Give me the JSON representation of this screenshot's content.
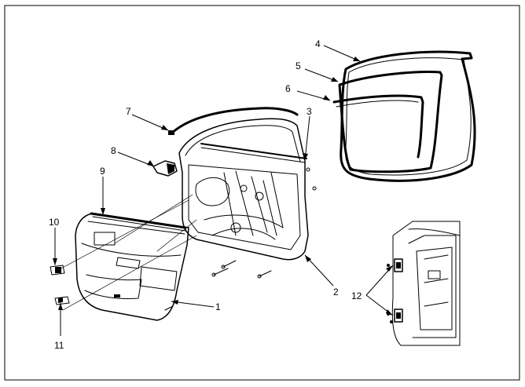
{
  "callouts": [
    {
      "id": "1",
      "label": "1"
    },
    {
      "id": "2",
      "label": "2"
    },
    {
      "id": "3",
      "label": "3"
    },
    {
      "id": "4",
      "label": "4"
    },
    {
      "id": "5",
      "label": "5"
    },
    {
      "id": "6",
      "label": "6"
    },
    {
      "id": "7",
      "label": "7"
    },
    {
      "id": "8",
      "label": "8"
    },
    {
      "id": "9",
      "label": "9"
    },
    {
      "id": "10",
      "label": "10"
    },
    {
      "id": "11",
      "label": "11"
    },
    {
      "id": "12",
      "label": "12"
    }
  ],
  "colors": {
    "ink": "#000000",
    "paper": "#ffffff",
    "shade": "#d9d9d9"
  }
}
